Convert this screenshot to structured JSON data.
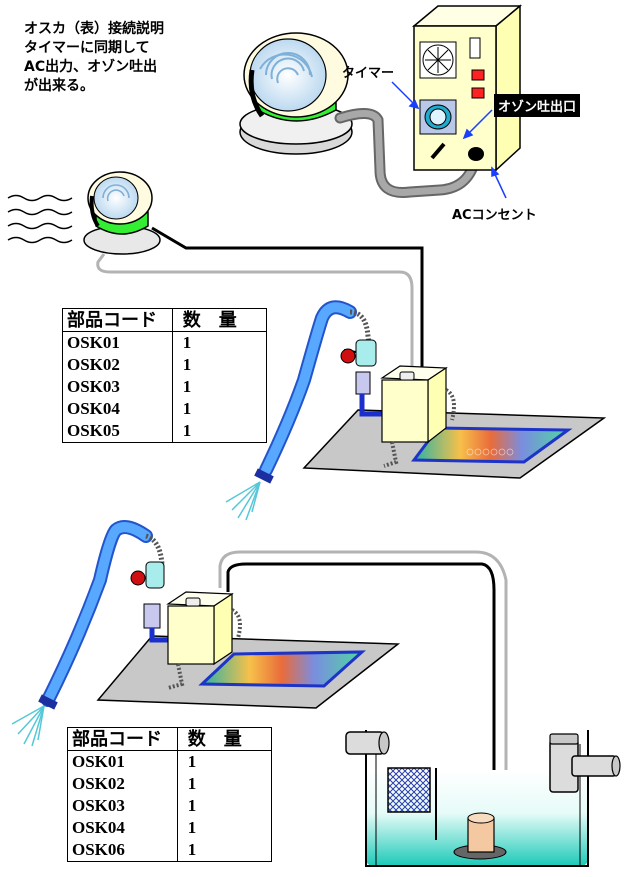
{
  "description_lines": [
    "オスカ（表）接続説明",
    "タイマーに同期して",
    "AC出力、オゾン吐出",
    "が出来る。"
  ],
  "labels": {
    "timer": "タイマー",
    "ozone_outlet": "オゾン吐出口",
    "ac_outlet": "ACコンセント"
  },
  "table1": {
    "header": {
      "code": "部品コード",
      "qty": "数　量"
    },
    "rows": [
      {
        "code": "OSK01",
        "qty": "1"
      },
      {
        "code": "OSK02",
        "qty": "1"
      },
      {
        "code": "OSK03",
        "qty": "1"
      },
      {
        "code": "OSK04",
        "qty": "1"
      },
      {
        "code": "OSK05",
        "qty": "1"
      }
    ]
  },
  "table2": {
    "header": {
      "code": "部品コード",
      "qty": "数　量"
    },
    "rows": [
      {
        "code": "OSK01",
        "qty": "1"
      },
      {
        "code": "OSK02",
        "qty": "1"
      },
      {
        "code": "OSK03",
        "qty": "1"
      },
      {
        "code": "OSK04",
        "qty": "1"
      },
      {
        "code": "OSK06",
        "qty": "1"
      }
    ]
  },
  "colors": {
    "fan_green": "#33ee33",
    "hose_blue": "#55aaff",
    "box_cream": "#ffffcc",
    "water_cyan": "#22ccbb",
    "tray_gray": "#c8c8c8"
  }
}
